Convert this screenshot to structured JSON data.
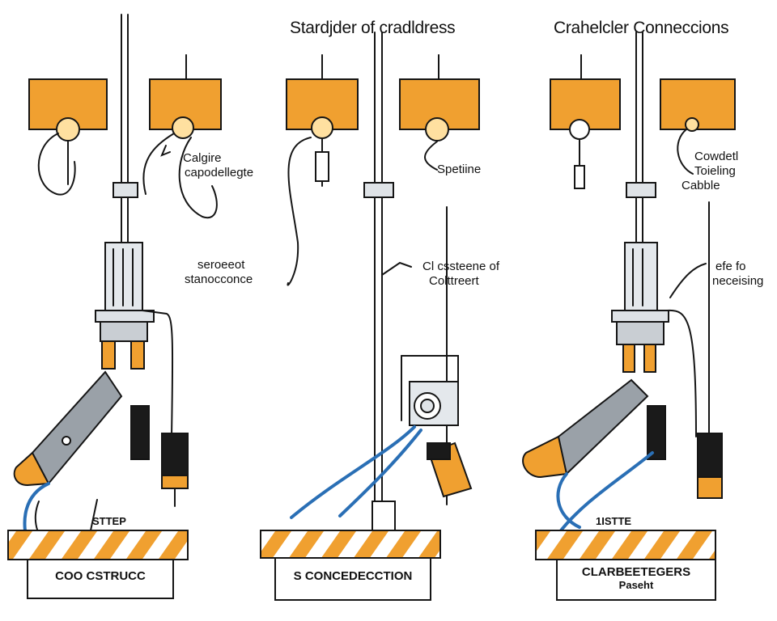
{
  "titles": {
    "center": "Stardjder of cradldress",
    "right": "Crahelcler Conneccions"
  },
  "annotations": {
    "left_top": [
      "Calgire",
      "capodellegte"
    ],
    "left_mid": [
      "seroeeot",
      "stanocconce"
    ],
    "center_top": "Spetiine",
    "center_mid": [
      "Cl cssteene of",
      "Colttreert"
    ],
    "right_top": [
      "Cowdetl",
      "Toieling",
      "Cabble"
    ],
    "right_mid": [
      "efe fo",
      "neceising"
    ]
  },
  "steps": {
    "left": "STTEP",
    "right": "1ISTTE"
  },
  "bases": {
    "left": "COO CSTRUCC",
    "center": "S CONCEDECCTION",
    "right": [
      "CLARBEETEGERS",
      "Paseht"
    ]
  },
  "colors": {
    "orange": "#f0a030",
    "blue": "#2a6fb5",
    "ink": "#151515",
    "grey": "#9aa1a8"
  },
  "icons": [
    "socket-box-icon",
    "bulb-icon",
    "connector-plug-icon",
    "cable-clamp-icon",
    "hazard-stripe-base-icon"
  ]
}
